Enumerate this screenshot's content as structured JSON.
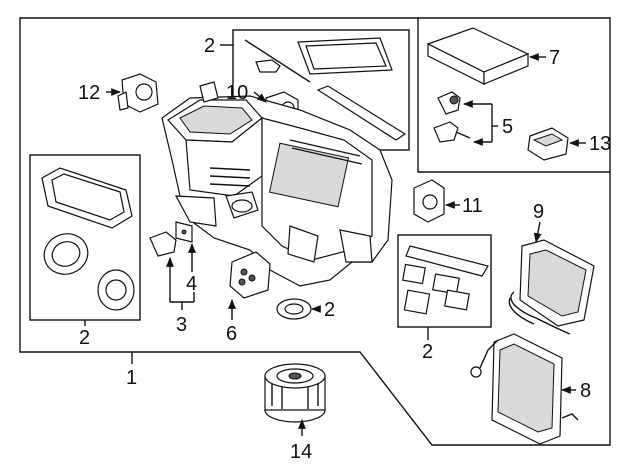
{
  "diagram": {
    "callouts": {
      "c1": "1",
      "c2_top": "2",
      "c2_left": "2",
      "c2_center": "2",
      "c2_right": "2",
      "c3": "3",
      "c4": "4",
      "c5": "5",
      "c6": "6",
      "c7": "7",
      "c8": "8",
      "c9": "9",
      "c10": "10",
      "c11": "11",
      "c12": "12",
      "c13": "13",
      "c14": "14"
    }
  }
}
